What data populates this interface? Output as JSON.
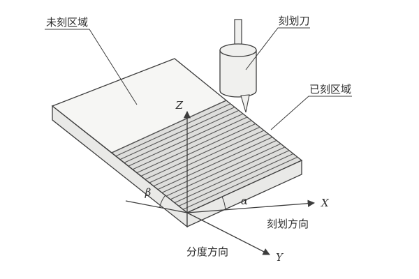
{
  "figure": {
    "background": "#ffffff",
    "line_color": "#3d3d3d",
    "labels": {
      "unscribed_region": "未刻区域",
      "tool": "刻划刀",
      "scribed_region": "已刻区域",
      "scribing_direction": "刻划方向",
      "indexing_direction": "分度方向"
    },
    "axes": {
      "x": "X",
      "y": "Y",
      "z": "Z"
    },
    "angles": {
      "alpha": "α",
      "beta": "β"
    },
    "colors": {
      "top_face": "#f6f6f4",
      "scribed_band": "#dededc",
      "side_face": "#e9e9e7",
      "stripe": "#565656",
      "tool_fill": "#f0f0ee"
    }
  }
}
